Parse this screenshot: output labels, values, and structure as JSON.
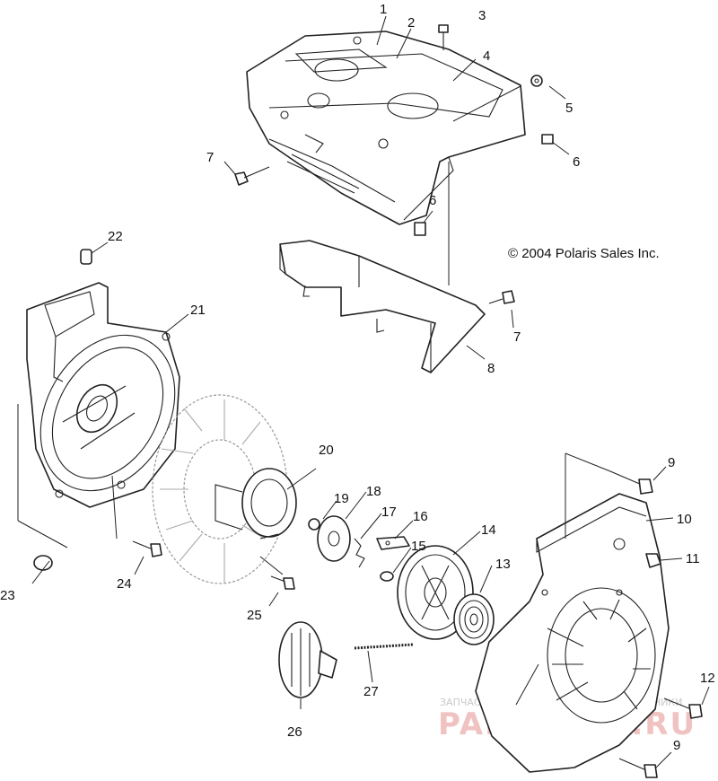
{
  "copyright": "© 2004 Polaris Sales Inc.",
  "watermark": {
    "line1": "ЗАПЧАСТИ И АКСЕССУАРЫ ДЛЯ МОТОТЕХНИКИ",
    "line2": "PARTSFOR.RU"
  },
  "callouts": {
    "c1": "1",
    "c2": "2",
    "c3": "3",
    "c4": "4",
    "c5": "5",
    "c6a": "6",
    "c6b": "6",
    "c7a": "7",
    "c7b": "7",
    "c8": "8",
    "c9a": "9",
    "c9b": "9",
    "c10": "10",
    "c11": "11",
    "c12": "12",
    "c13": "13",
    "c14": "14",
    "c15": "15",
    "c16": "16",
    "c17": "17",
    "c18": "18",
    "c19": "19",
    "c20": "20",
    "c21": "21",
    "c22": "22",
    "c23": "23",
    "c24": "24",
    "c25": "25",
    "c26": "26",
    "c27": "27"
  }
}
